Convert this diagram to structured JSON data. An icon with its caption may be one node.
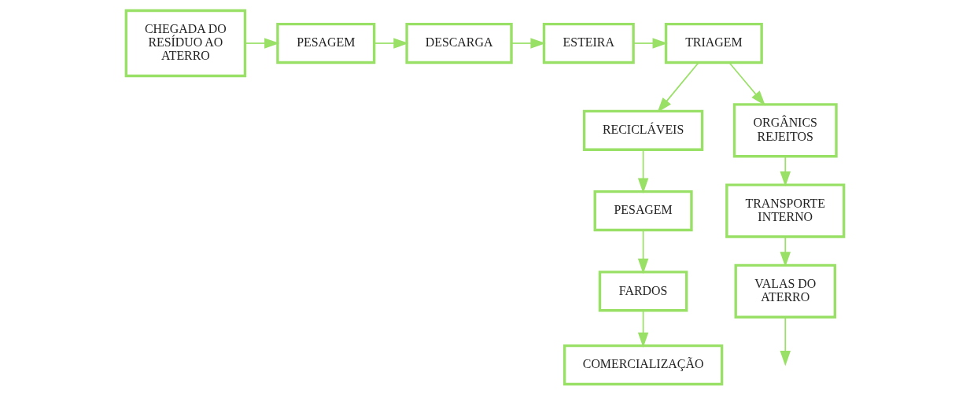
{
  "diagram": {
    "nodes": [
      {
        "text": [
          "CHEGADA DO RESÍDUO AO ATERRO"
        ]
      },
      {
        "text": [
          "PESAGEM"
        ]
      },
      {
        "text": [
          "DESCARGA"
        ]
      },
      {
        "text": [
          "ESTEIRA"
        ]
      },
      {
        "text": [
          "TRIAGEM"
        ]
      },
      {
        "text": [
          "RECICLÁVEIS"
        ]
      },
      {
        "text": [
          "ORGÂNICS REJEITOS"
        ]
      },
      {
        "text": [
          "PESAGEM"
        ]
      },
      {
        "text": [
          "TRANSPORTE INTERNO"
        ]
      },
      {
        "text": [
          "FARDOS"
        ]
      },
      {
        "text": [
          "VALAS DO ATERRO"
        ]
      },
      {
        "text": [
          "COMERCIALIZAÇÃO"
        ]
      }
    ],
    "edges": [
      {
        "from": 0,
        "to": 1,
        "arrow": "to"
      },
      {
        "from": 1,
        "to": 2,
        "arrow": "to"
      },
      {
        "from": 2,
        "to": 3,
        "arrow": "to"
      },
      {
        "from": 3,
        "to": 4,
        "arrow": "to"
      },
      {
        "from": 4,
        "to": 5,
        "arrow": "to"
      },
      {
        "from": 4,
        "to": 6,
        "arrow": "to"
      },
      {
        "from": 5,
        "to": 7,
        "arrow": "to"
      },
      {
        "from": 7,
        "to": 9,
        "arrow": "to"
      },
      {
        "from": 9,
        "to": 11,
        "arrow": "to"
      },
      {
        "from": 6,
        "to": 8,
        "arrow": "to"
      },
      {
        "from": 8,
        "to": 10,
        "arrow": "to"
      },
      {
        "from": 10,
        "to": null,
        "arrow": "to"
      }
    ]
  }
}
